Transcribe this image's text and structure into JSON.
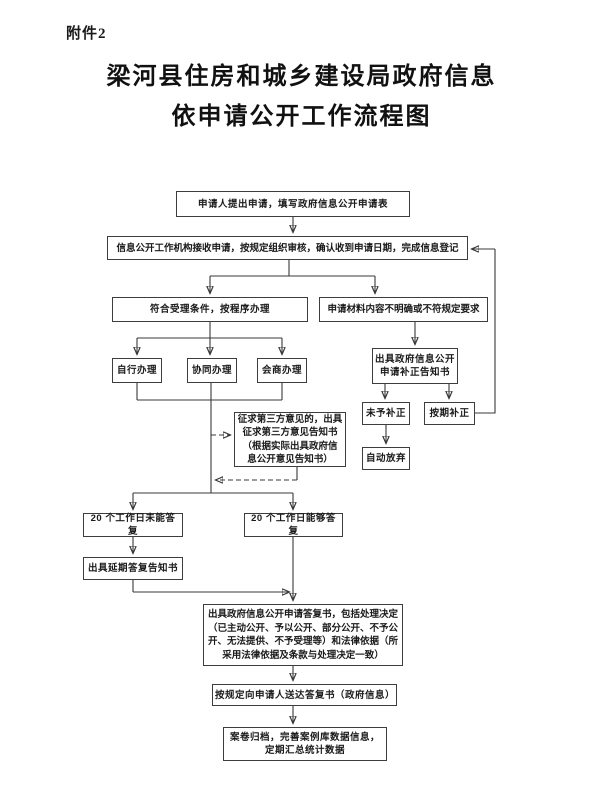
{
  "header": {
    "attachment_label": "附件2",
    "title_line1": "梁河县住房和城乡建设局政府信息",
    "title_line2": "依申请公开工作流程图"
  },
  "colors": {
    "background": "#ffffff",
    "text": "#1a1a1a",
    "line": "#3a3a3a",
    "box_border": "#3d3d3d"
  },
  "flowchart": {
    "nodes": {
      "apply": "申请人提出申请，填写政府信息公开申请表",
      "receive": "信息公开工作机构接收申请，按规定组织审核，确认收到申请日期，完成信息登记",
      "qualified": "符合受理条件，按程序办理",
      "unclear": "申请材料内容不明确或不符规定要求",
      "self_handle": "自行办理",
      "joint_handle": "协同办理",
      "consult_handle": "会商办理",
      "supplement_notice": "出具政府信息公开\n申请补正告知书",
      "not_corrected": "未予补正",
      "corrected_on_time": "按期补正",
      "auto_abandon": "自动放弃",
      "third_party": "征求第三方意见的，出具\n征求第三方意见告知书\n（根据实际出具政府信\n息公开意见告知书）",
      "overdue": "20 个工作日未能答复",
      "within_time": "20 个工作日能够答复",
      "delay_notice": "出具延期答复告知书",
      "reply_decision": "出具政府信息公开申请答复书，包括处理决定\n（已主动公开、予以公开、部分公开、不予公\n开、无法提供、不予受理等）和法律依据（所\n采用法律依据及条款与处理决定一致）",
      "deliver": "按规定向申请人送达答复书（政府信息）",
      "archive": "案卷归档，完善案例库数据信息，\n定期汇总统计数据"
    },
    "edges": [
      {
        "from": "apply",
        "to": "receive",
        "style": "solid"
      },
      {
        "from": "receive",
        "to": "qualified",
        "style": "solid"
      },
      {
        "from": "receive",
        "to": "unclear",
        "style": "solid"
      },
      {
        "from": "qualified",
        "to": "self_handle",
        "style": "solid"
      },
      {
        "from": "qualified",
        "to": "joint_handle",
        "style": "solid"
      },
      {
        "from": "qualified",
        "to": "consult_handle",
        "style": "solid"
      },
      {
        "from": "handle_merge_line",
        "to": "third_party",
        "style": "dashed"
      },
      {
        "from": "third_party",
        "to": "handle_merge_line",
        "style": "dashed"
      },
      {
        "from": "unclear",
        "to": "supplement_notice",
        "style": "solid"
      },
      {
        "from": "supplement_notice",
        "to": "not_corrected",
        "style": "solid"
      },
      {
        "from": "supplement_notice",
        "to": "corrected_on_time",
        "style": "solid"
      },
      {
        "from": "not_corrected",
        "to": "auto_abandon",
        "style": "solid"
      },
      {
        "from": "corrected_on_time",
        "to": "receive",
        "style": "solid"
      },
      {
        "from": "handle_merge_line",
        "to": "overdue",
        "style": "solid"
      },
      {
        "from": "handle_merge_line",
        "to": "within_time",
        "style": "solid"
      },
      {
        "from": "overdue",
        "to": "delay_notice",
        "style": "solid"
      },
      {
        "from": "delay_notice",
        "to": "reply_decision",
        "style": "solid"
      },
      {
        "from": "within_time",
        "to": "reply_decision",
        "style": "solid"
      },
      {
        "from": "reply_decision",
        "to": "deliver",
        "style": "solid"
      },
      {
        "from": "deliver",
        "to": "archive",
        "style": "solid"
      }
    ]
  }
}
